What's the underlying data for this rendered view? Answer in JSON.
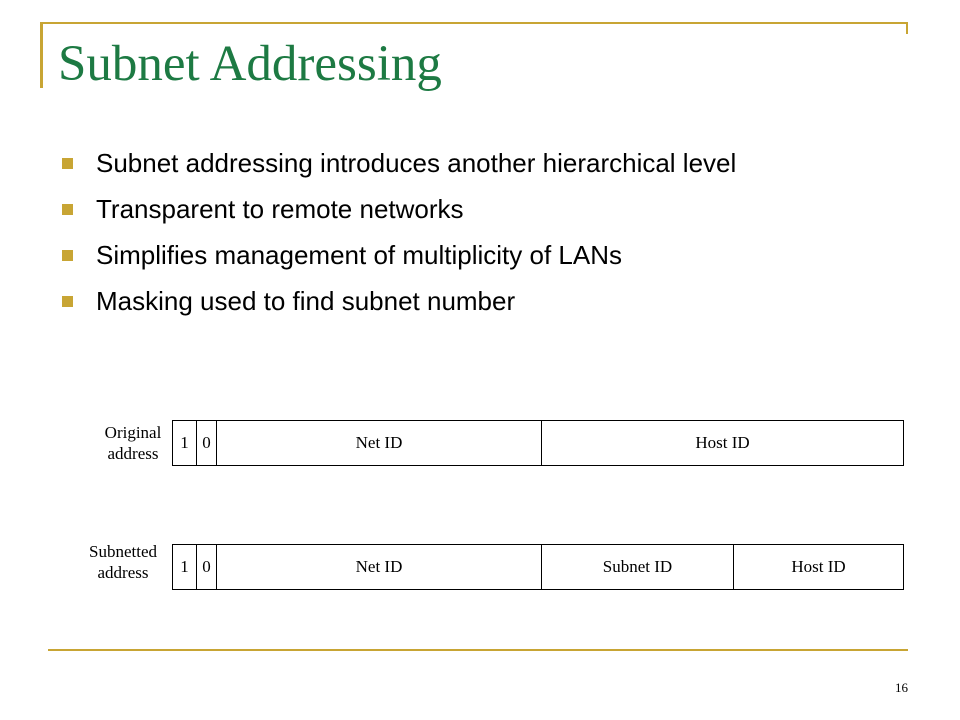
{
  "slide": {
    "title": "Subnet Addressing",
    "page_number": "16"
  },
  "bullets": [
    "Subnet addressing introduces another hierarchical level",
    "Transparent to remote networks",
    "Simplifies management of multiplicity of LANs",
    "Masking used to find subnet number"
  ],
  "diagram": {
    "original": {
      "label_line1": "Original",
      "label_line2": "address",
      "fields": [
        "1",
        "0",
        "Net ID",
        "Host ID"
      ]
    },
    "subnetted": {
      "label_line1": "Subnetted",
      "label_line2": "address",
      "fields": [
        "1",
        "0",
        "Net ID",
        "Subnet ID",
        "Host ID"
      ]
    }
  },
  "colors": {
    "title": "#1d7a43",
    "accent": "#c8a534"
  }
}
